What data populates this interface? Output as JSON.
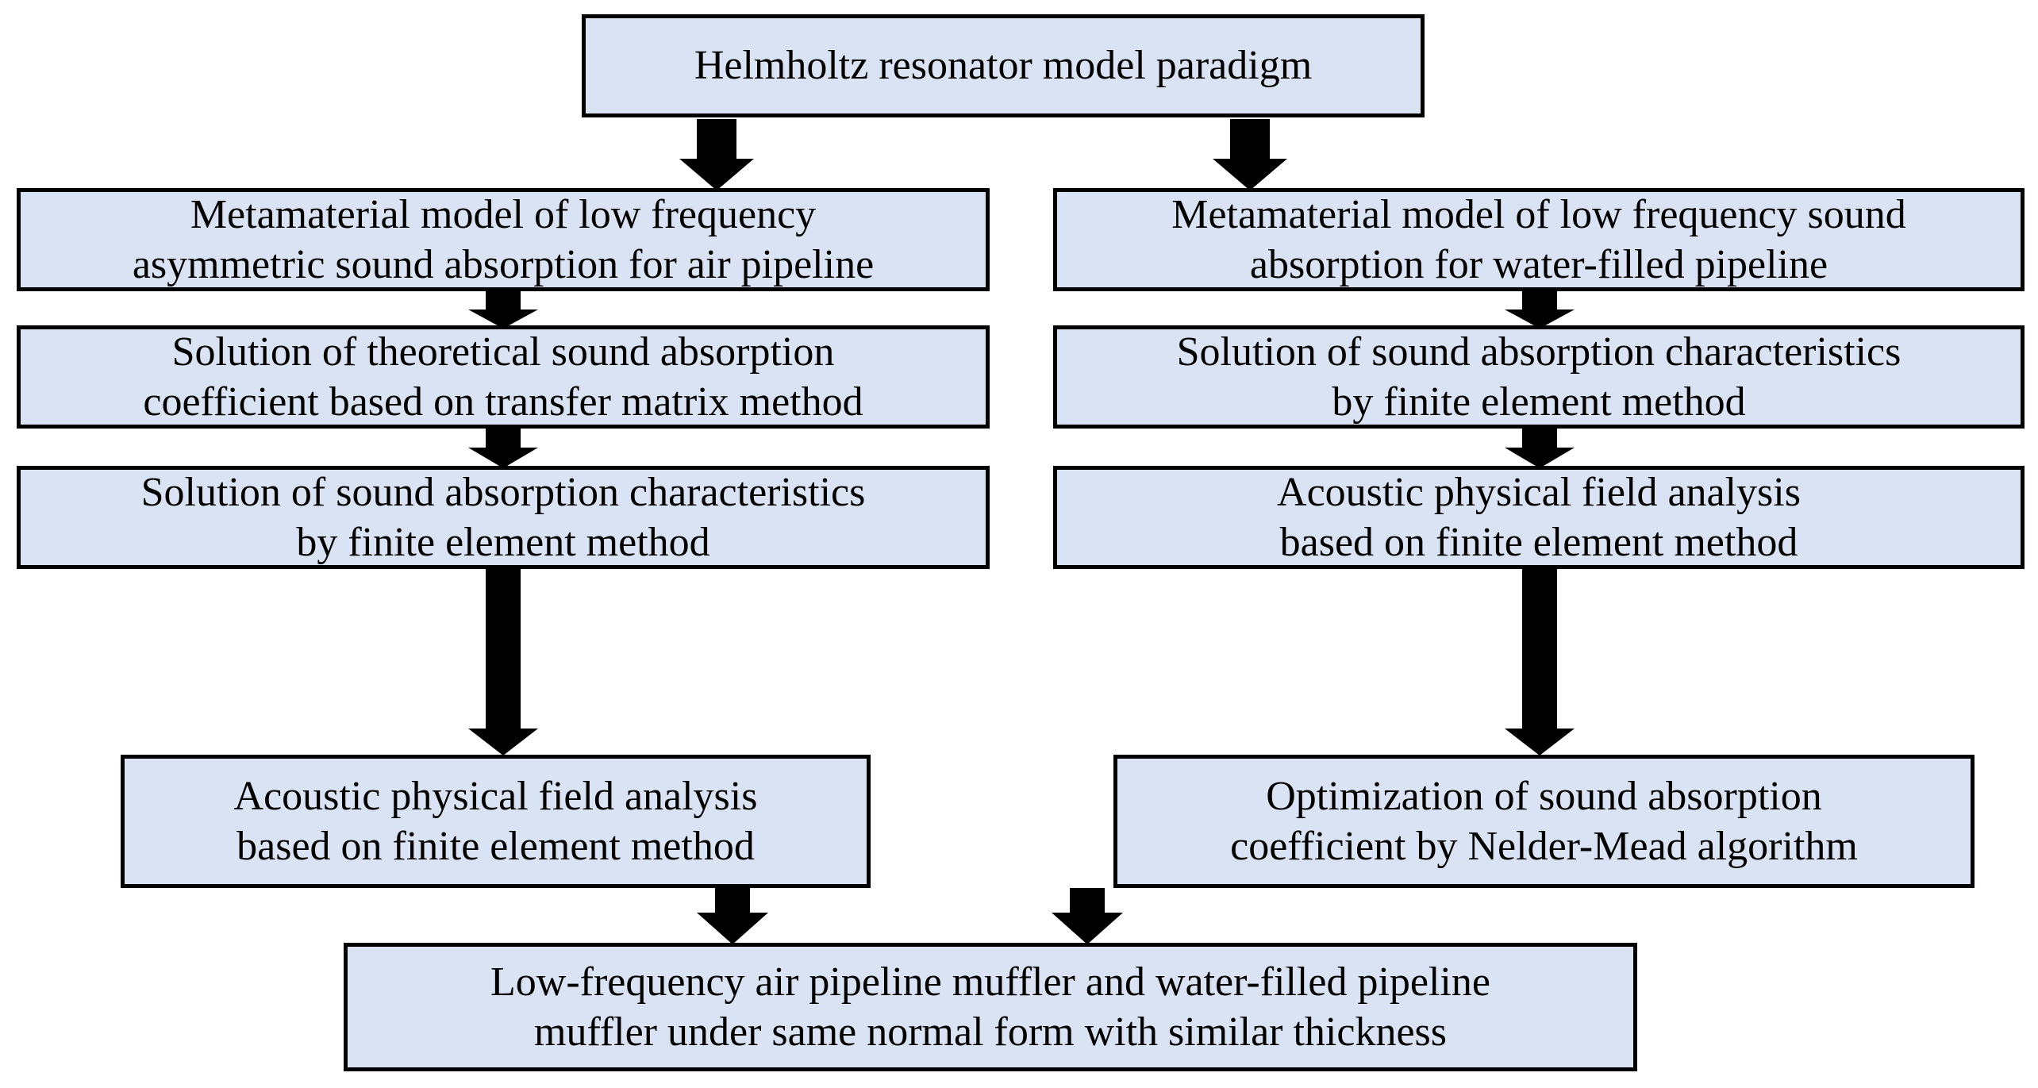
{
  "diagram": {
    "title": "Research flowchart of low-frequency pipeline muffler metamaterial study",
    "fill_color": "#dae3f3",
    "border_color": "#000000",
    "arrow_color": "#000000",
    "background_color": "#ffffff",
    "nodes": {
      "root": "Helmholtz resonator model paradigm",
      "left_1": "Metamaterial model of low frequency\nasymmetric sound absorption for air pipeline",
      "left_2": "Solution of theoretical sound absorption\ncoefficient based on transfer matrix method",
      "left_3": "Solution of sound absorption characteristics\nby finite element method",
      "left_4": "Acoustic physical field analysis\nbased on finite element method",
      "right_1": "Metamaterial model of low frequency sound\nabsorption for water-filled pipeline",
      "right_2": "Solution of sound absorption characteristics\nby finite element method",
      "right_3": "Acoustic physical field analysis\nbased on finite element method",
      "right_4": "Optimization of sound absorption\ncoefficient by Nelder-Mead algorithm",
      "bottom": "Low-frequency air pipeline muffler and water-filled pipeline\nmuffler under same normal form with similar thickness"
    },
    "edges": [
      {
        "name": "root-to-left-1",
        "from": "root",
        "to": "left_1"
      },
      {
        "name": "root-to-right-1",
        "from": "root",
        "to": "right_1"
      },
      {
        "name": "left-1-to-left-2",
        "from": "left_1",
        "to": "left_2"
      },
      {
        "name": "left-2-to-left-3",
        "from": "left_2",
        "to": "left_3"
      },
      {
        "name": "left-3-to-left-4",
        "from": "left_3",
        "to": "left_4"
      },
      {
        "name": "left-4-to-bottom",
        "from": "left_4",
        "to": "bottom"
      },
      {
        "name": "right-1-to-right-2",
        "from": "right_1",
        "to": "right_2"
      },
      {
        "name": "right-2-to-right-3",
        "from": "right_2",
        "to": "right_3"
      },
      {
        "name": "right-3-to-right-4",
        "from": "right_3",
        "to": "right_4"
      },
      {
        "name": "right-4-to-bottom",
        "from": "right_4",
        "to": "bottom"
      }
    ]
  }
}
